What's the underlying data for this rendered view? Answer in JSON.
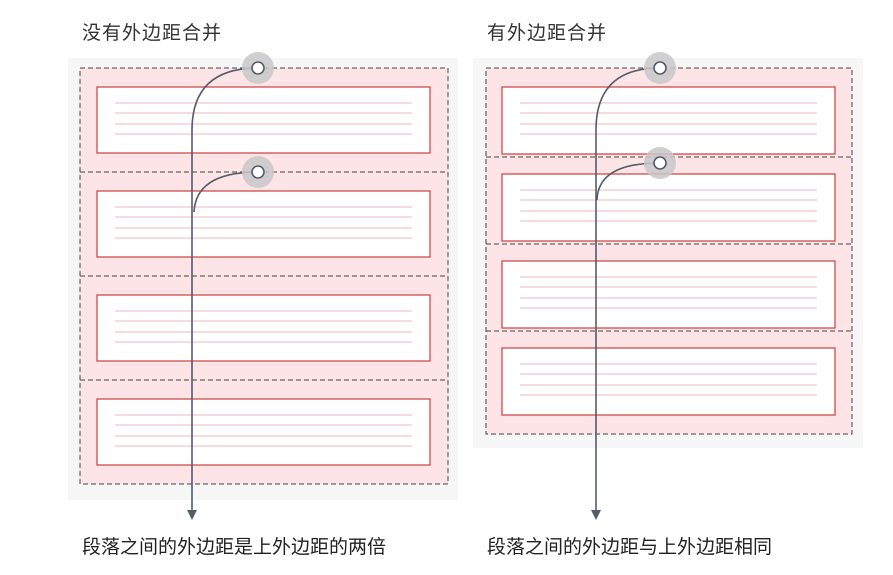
{
  "left_panel": {
    "title": "没有外边距合并",
    "caption": "段落之间的外边距是上外边距的两倍",
    "paragraph_count": 4
  },
  "right_panel": {
    "title": "有外边距合并",
    "caption": "段落之间的外边距与上外边距相同",
    "paragraph_count": 4
  },
  "colors": {
    "margin_fill": "#fde4e6",
    "paragraph_border": "#d04a4a",
    "text_line": "#f6dbe0",
    "dashed_line": "#444444",
    "connector": "#555c6a",
    "marker_halo": "#c8c8c8"
  }
}
